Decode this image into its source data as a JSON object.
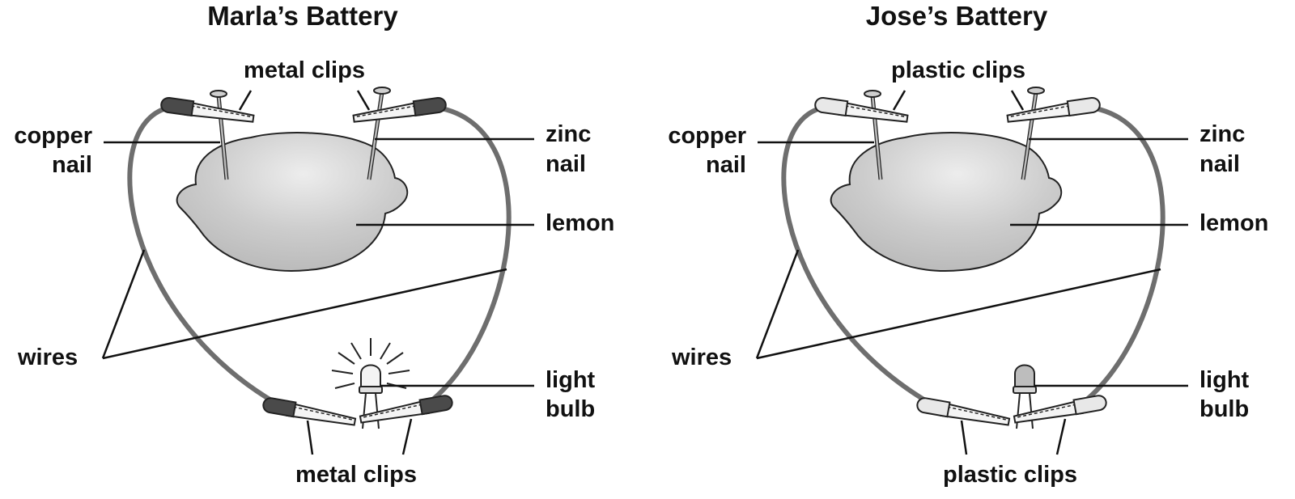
{
  "colors": {
    "lemon_fill": "#c4c4c4",
    "lemon_highlight": "#ececec",
    "wire": "#6e6e6e",
    "metal_clip_grip": "#4a4a4a",
    "plastic_clip_grip": "#e8e8e8",
    "line": "#111111"
  },
  "panels": [
    {
      "title": "Marla’s Battery",
      "clip_type": "metal",
      "bulb_lit": true,
      "labels": {
        "top_clips": "metal clips",
        "copper_1": "copper",
        "copper_2": "nail",
        "zinc_1": "zinc",
        "zinc_2": "nail",
        "lemon": "lemon",
        "wires": "wires",
        "bulb_1": "light",
        "bulb_2": "bulb",
        "bottom_clips": "metal clips"
      }
    },
    {
      "title": "Jose’s Battery",
      "clip_type": "plastic",
      "bulb_lit": false,
      "labels": {
        "top_clips": "plastic clips",
        "copper_1": "copper",
        "copper_2": "nail",
        "zinc_1": "zinc",
        "zinc_2": "nail",
        "lemon": "lemon",
        "wires": "wires",
        "bulb_1": "light",
        "bulb_2": "bulb",
        "bottom_clips": "plastic clips"
      }
    }
  ]
}
